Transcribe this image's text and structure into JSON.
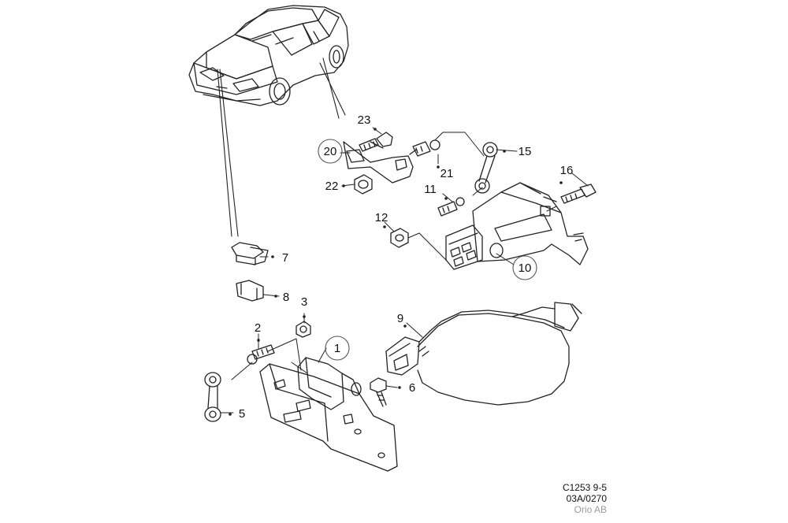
{
  "diagram": {
    "callouts": [
      {
        "id": "c1",
        "text": "1",
        "circled": true
      },
      {
        "id": "c2",
        "text": "2",
        "circled": false
      },
      {
        "id": "c3",
        "text": "3",
        "circled": false
      },
      {
        "id": "c5",
        "text": "5",
        "circled": false
      },
      {
        "id": "c6",
        "text": "6",
        "circled": false
      },
      {
        "id": "c7",
        "text": "7",
        "circled": false
      },
      {
        "id": "c8",
        "text": "8",
        "circled": false
      },
      {
        "id": "c9",
        "text": "9",
        "circled": false
      },
      {
        "id": "c10",
        "text": "10",
        "circled": true
      },
      {
        "id": "c11",
        "text": "11",
        "circled": false
      },
      {
        "id": "c12",
        "text": "12",
        "circled": false
      },
      {
        "id": "c15",
        "text": "15",
        "circled": false
      },
      {
        "id": "c16",
        "text": "16",
        "circled": false
      },
      {
        "id": "c20",
        "text": "20",
        "circled": true
      },
      {
        "id": "c21",
        "text": "21",
        "circled": false
      },
      {
        "id": "c22",
        "text": "22",
        "circled": false
      },
      {
        "id": "c23",
        "text": "23",
        "circled": false
      }
    ],
    "reference": {
      "code": "C1253 9-5",
      "date": "03A/0270",
      "publisher": "Orio AB"
    }
  }
}
